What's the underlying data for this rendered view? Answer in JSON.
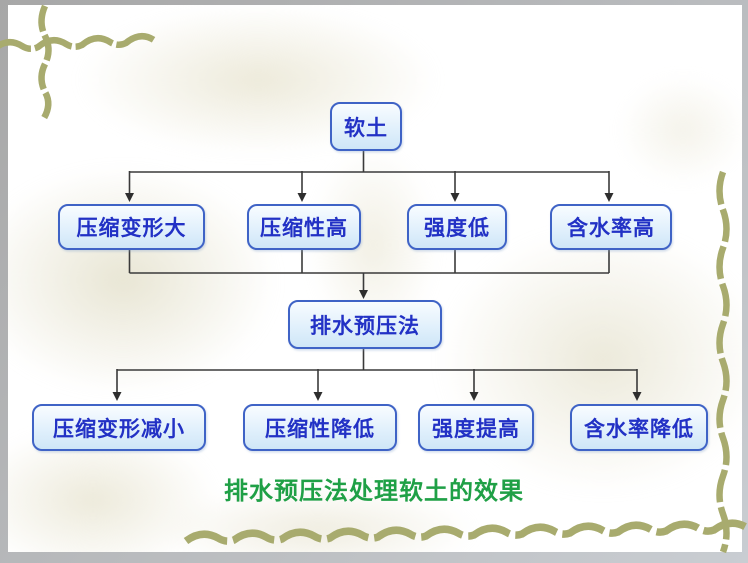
{
  "slide": {
    "background_color": "#ffffff",
    "frame_color": "#b4b8bd",
    "decoration_color": "#a8ab6e",
    "watermark_color": "#e5e1c8"
  },
  "flowchart": {
    "style": {
      "box_border_color": "#3f63c6",
      "box_fill_color": "#ddeefb",
      "box_text_color": "#2231c5",
      "connector_color": "#3a3a3a"
    },
    "root": {
      "label": "软土"
    },
    "causes": [
      {
        "label": "压缩变形大"
      },
      {
        "label": "压缩性高"
      },
      {
        "label": "强度低"
      },
      {
        "label": "含水率高"
      }
    ],
    "method": {
      "label": "排水预压法"
    },
    "effects": [
      {
        "label": "压缩变形减小"
      },
      {
        "label": "压缩性降低"
      },
      {
        "label": "强度提高"
      },
      {
        "label": "含水率降低"
      }
    ]
  },
  "caption": {
    "text": "排水预压法处理软土的效果",
    "color": "#1fa046"
  }
}
